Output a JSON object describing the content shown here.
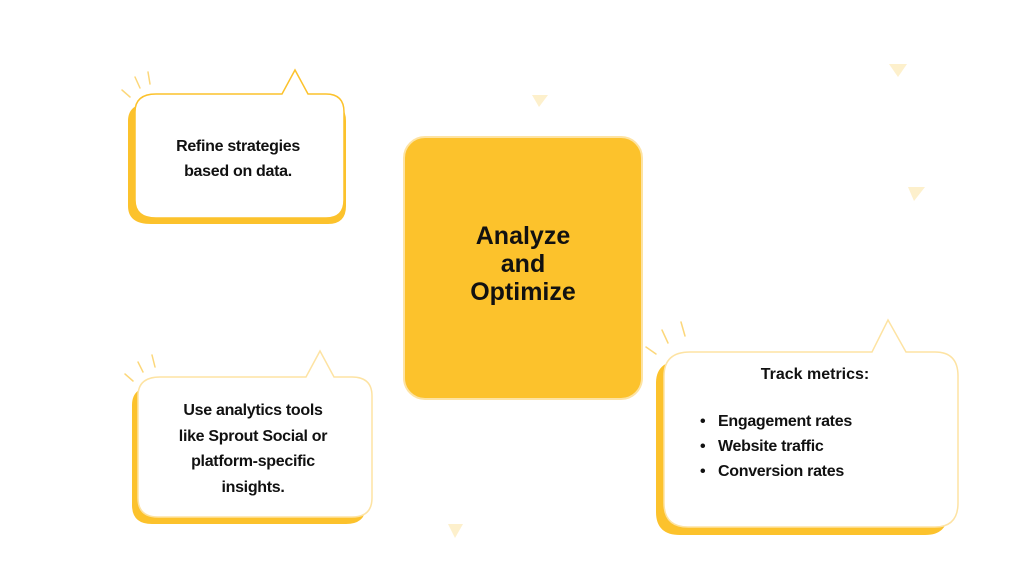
{
  "center": {
    "title_line1": "Analyze",
    "title_line2": "and",
    "title_line3": "Optimize"
  },
  "bubbles": {
    "refine": {
      "line1": "Refine strategies",
      "line2": "based on data."
    },
    "tools": {
      "line1": "Use analytics tools",
      "line2": "like Sprout Social or",
      "line3": "platform-specific",
      "line4": "insights."
    },
    "metrics": {
      "heading": "Track metrics:",
      "items": [
        "Engagement rates",
        "Website traffic",
        "Conversion rates"
      ]
    }
  },
  "colors": {
    "accent": "#fcc22c",
    "accent_light": "#fde3a3",
    "shadow": "#fcc22c",
    "text": "#111111",
    "background": "#ffffff"
  }
}
